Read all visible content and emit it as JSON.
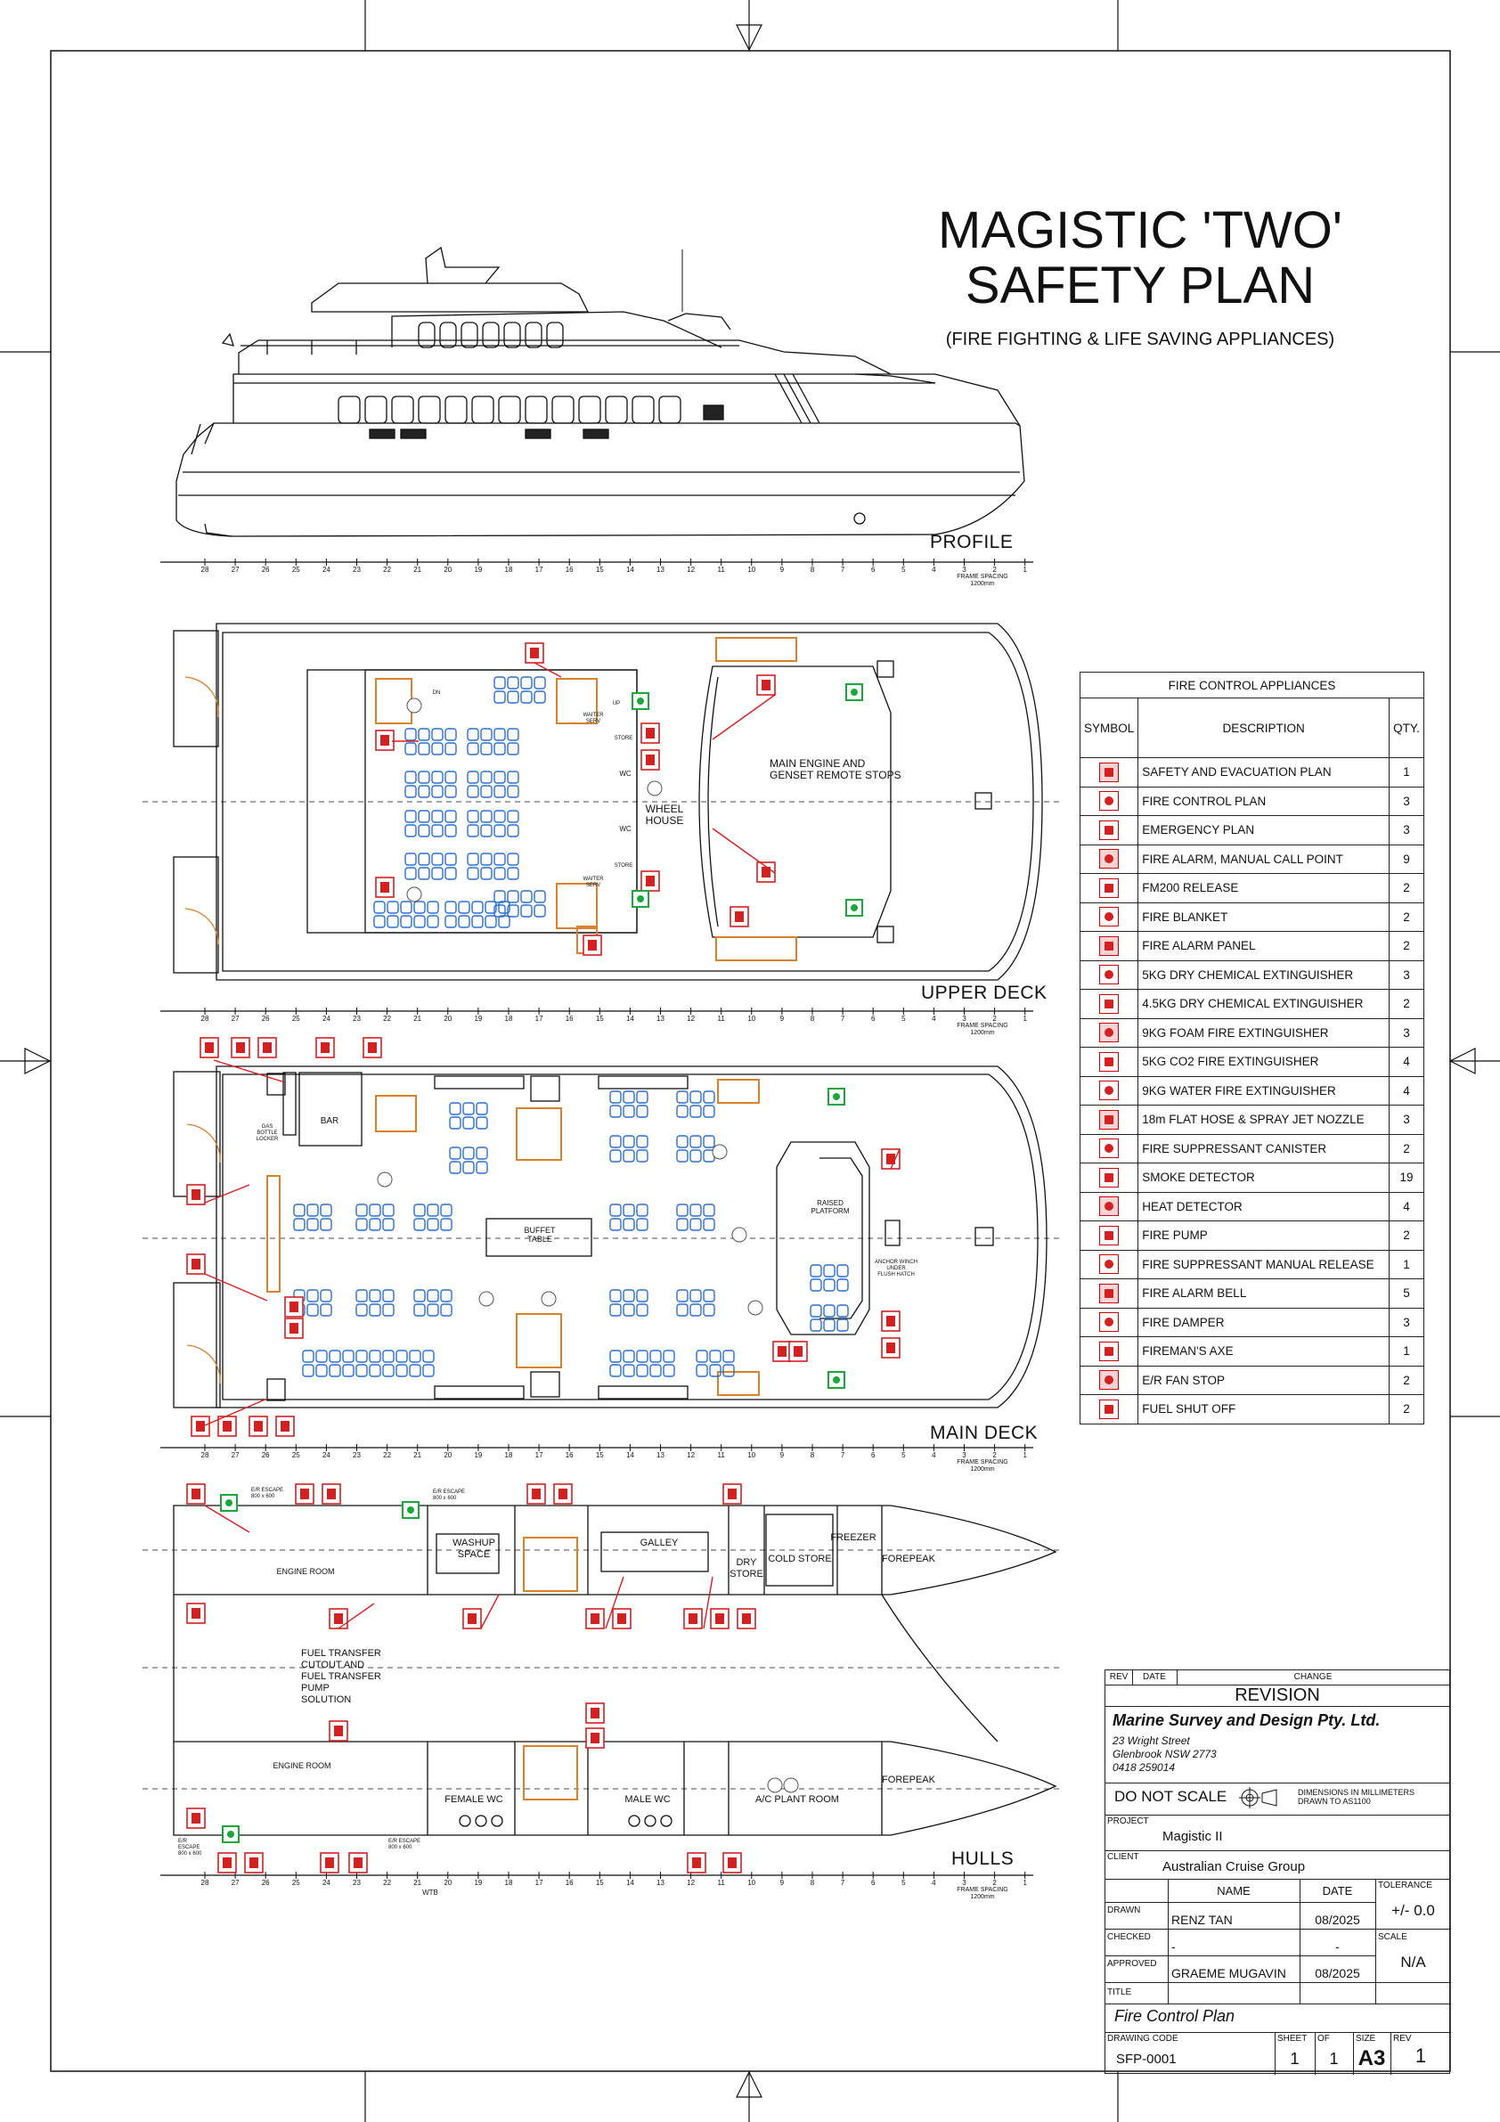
{
  "title": {
    "line1": "MAGISTIC 'TWO'",
    "line2": "SAFETY PLAN",
    "subtitle": "(FIRE FIGHTING & LIFE SAVING APPLIANCES)"
  },
  "views": {
    "profile": "PROFILE",
    "upper_deck": "UPPER DECK",
    "main_deck": "MAIN DECK",
    "hulls": "HULLS"
  },
  "frame_spacing": "FRAME SPACING\n1200mm",
  "frames": [
    "28",
    "27",
    "26",
    "25",
    "24",
    "23",
    "22",
    "21",
    "20",
    "19",
    "18",
    "17",
    "16",
    "15",
    "14",
    "13",
    "12",
    "11",
    "10",
    "9",
    "8",
    "7",
    "6",
    "5",
    "4",
    "3",
    "2",
    "1"
  ],
  "upper_deck_labels": {
    "main_engine_stops": "MAIN ENGINE AND\nGENSET REMOTE STOPS",
    "wheel_house": "WHEEL\nHOUSE",
    "wc1": "WC",
    "wc2": "WC",
    "store1": "STORE",
    "store2": "STORE",
    "waiter_serv1": "WAITER\nSERV",
    "waiter_serv2": "WAITER\nSERV",
    "dn": "DN",
    "up": "UP"
  },
  "main_deck_labels": {
    "bar": "BAR",
    "gas_bottle_locker": "GAS\nBOTTLE\nLOCKER",
    "buffet_table": "BUFFET\nTABLE",
    "raised_platform": "RAISED\nPLATFORM",
    "anchor_winch": "ANCHOR WINCH\nUNDER\nFLUSH HATCH"
  },
  "hulls_labels": {
    "er_escape_1": "E/R ESCAPE\n800 x 600",
    "er_escape_2": "E/R ESCAPE\n800 x 600",
    "er_escape_3": "E/R\nESCAPE\n800 x 600",
    "er_escape_4": "E/R ESCAPE\n800 x 600",
    "engine_room_1": "ENGINE ROOM",
    "engine_room_2": "ENGINE ROOM",
    "washup_space": "WASHUP\nSPACE",
    "galley": "GALLEY",
    "dry_store": "DRY\nSTORE",
    "cold_store": "COLD STORE",
    "freezer": "FREEZER",
    "forepeak_1": "FOREPEAK",
    "forepeak_2": "FOREPEAK",
    "female_wc": "FEMALE WC",
    "male_wc": "MALE WC",
    "ac_plant_room": "A/C PLANT ROOM",
    "fuel_transfer": "FUEL TRANSFER\nCUTOUT AND\nFUEL TRANSFER\nPUMP\nSOLUTION",
    "wtb": "WTB"
  },
  "legend": {
    "title": "FIRE CONTROL APPLIANCES",
    "col_symbol": "SYMBOL",
    "col_description": "DESCRIPTION",
    "col_qty": "QTY.",
    "rows": [
      {
        "icon": "safety-plan-icon",
        "description": "SAFETY AND EVACUATION PLAN",
        "qty": "1"
      },
      {
        "icon": "fire-control-plan-icon",
        "description": "FIRE CONTROL PLAN",
        "qty": "3"
      },
      {
        "icon": "emergency-plan-icon",
        "description": "EMERGENCY PLAN",
        "qty": "3"
      },
      {
        "icon": "manual-call-point-icon",
        "description": "FIRE ALARM, MANUAL CALL POINT",
        "qty": "9"
      },
      {
        "icon": "fm200-release-icon",
        "description": "FM200 RELEASE",
        "qty": "2"
      },
      {
        "icon": "fire-blanket-icon",
        "description": "FIRE BLANKET",
        "qty": "2"
      },
      {
        "icon": "fire-alarm-panel-icon",
        "description": "FIRE ALARM PANEL",
        "qty": "2"
      },
      {
        "icon": "dry-chem-5kg-icon",
        "description": "5KG DRY CHEMICAL EXTINGUISHER",
        "qty": "3"
      },
      {
        "icon": "dry-chem-4-5kg-icon",
        "description": "4.5KG DRY CHEMICAL EXTINGUISHER",
        "qty": "2"
      },
      {
        "icon": "foam-extinguisher-icon",
        "description": "9KG FOAM FIRE EXTINGUISHER",
        "qty": "3"
      },
      {
        "icon": "co2-extinguisher-icon",
        "description": "5KG CO2   FIRE EXTINGUISHER",
        "qty": "4"
      },
      {
        "icon": "water-extinguisher-icon",
        "description": "9KG WATER FIRE EXTINGUISHER",
        "qty": "4"
      },
      {
        "icon": "flat-hose-icon",
        "description": "18m FLAT HOSE & SPRAY JET NOZZLE",
        "qty": "3"
      },
      {
        "icon": "suppressant-canister-icon",
        "description": "FIRE SUPPRESSANT CANISTER",
        "qty": "2"
      },
      {
        "icon": "smoke-detector-icon",
        "description": "SMOKE DETECTOR",
        "qty": "19"
      },
      {
        "icon": "heat-detector-icon",
        "description": "HEAT DETECTOR",
        "qty": "4"
      },
      {
        "icon": "fire-pump-icon",
        "description": "FIRE PUMP",
        "qty": "2"
      },
      {
        "icon": "suppressant-release-icon",
        "description": "FIRE SUPPRESSANT MANUAL RELEASE",
        "qty": "1"
      },
      {
        "icon": "fire-alarm-bell-icon",
        "description": "FIRE ALARM BELL",
        "qty": "5"
      },
      {
        "icon": "fire-damper-icon",
        "description": "FIRE DAMPER",
        "qty": "3"
      },
      {
        "icon": "firemans-axe-icon",
        "description": "FIREMAN'S AXE",
        "qty": "1"
      },
      {
        "icon": "fan-stop-icon",
        "description": "E/R FAN STOP",
        "qty": "2"
      },
      {
        "icon": "fuel-shut-off-icon",
        "description": "FUEL SHUT OFF",
        "qty": "2"
      }
    ]
  },
  "title_block": {
    "rev": "REV",
    "date": "DATE",
    "change": "CHANGE",
    "revision": "REVISION",
    "company": "Marine Survey and Design Pty. Ltd.",
    "address1": "23 Wright Street",
    "address2": "Glenbrook NSW 2773",
    "phone": "0418 259014",
    "do_not_scale": "DO NOT SCALE",
    "dimensions_note": "DIMENSIONS IN MILLIMETERS\nDRAWN TO AS1100",
    "project_label": "PROJECT",
    "project": "Magistic II",
    "client_label": "CLIENT",
    "client": "Australian Cruise Group",
    "name_label": "NAME",
    "date_label": "DATE",
    "tolerance_label": "TOLERANCE",
    "tolerance": "+/- 0.0",
    "drawn_label": "DRAWN",
    "drawn_name": "RENZ TAN",
    "drawn_date": "08/2025",
    "checked_label": "CHECKED",
    "checked_name": "-",
    "checked_date": "-",
    "scale_label": "SCALE",
    "scale": "N/A",
    "approved_label": "APPROVED",
    "approved_name": "GRAEME MUGAVIN",
    "approved_date": "08/2025",
    "title_label": "TITLE",
    "drawing_title": "Fire Control Plan",
    "drawing_code_label": "DRAWING CODE",
    "drawing_code": "SFP-0001",
    "sheet_label": "SHEET",
    "sheet": "1",
    "of_label": "OF",
    "of": "1",
    "size_label": "SIZE",
    "size": "A3",
    "rev_label": "REV",
    "rev_value": "1"
  },
  "colors": {
    "line": "#111111",
    "fire_red": "#d42020",
    "seat_blue": "#2a6fd0",
    "stair_orange": "#d9822b",
    "green": "#19a83a"
  }
}
